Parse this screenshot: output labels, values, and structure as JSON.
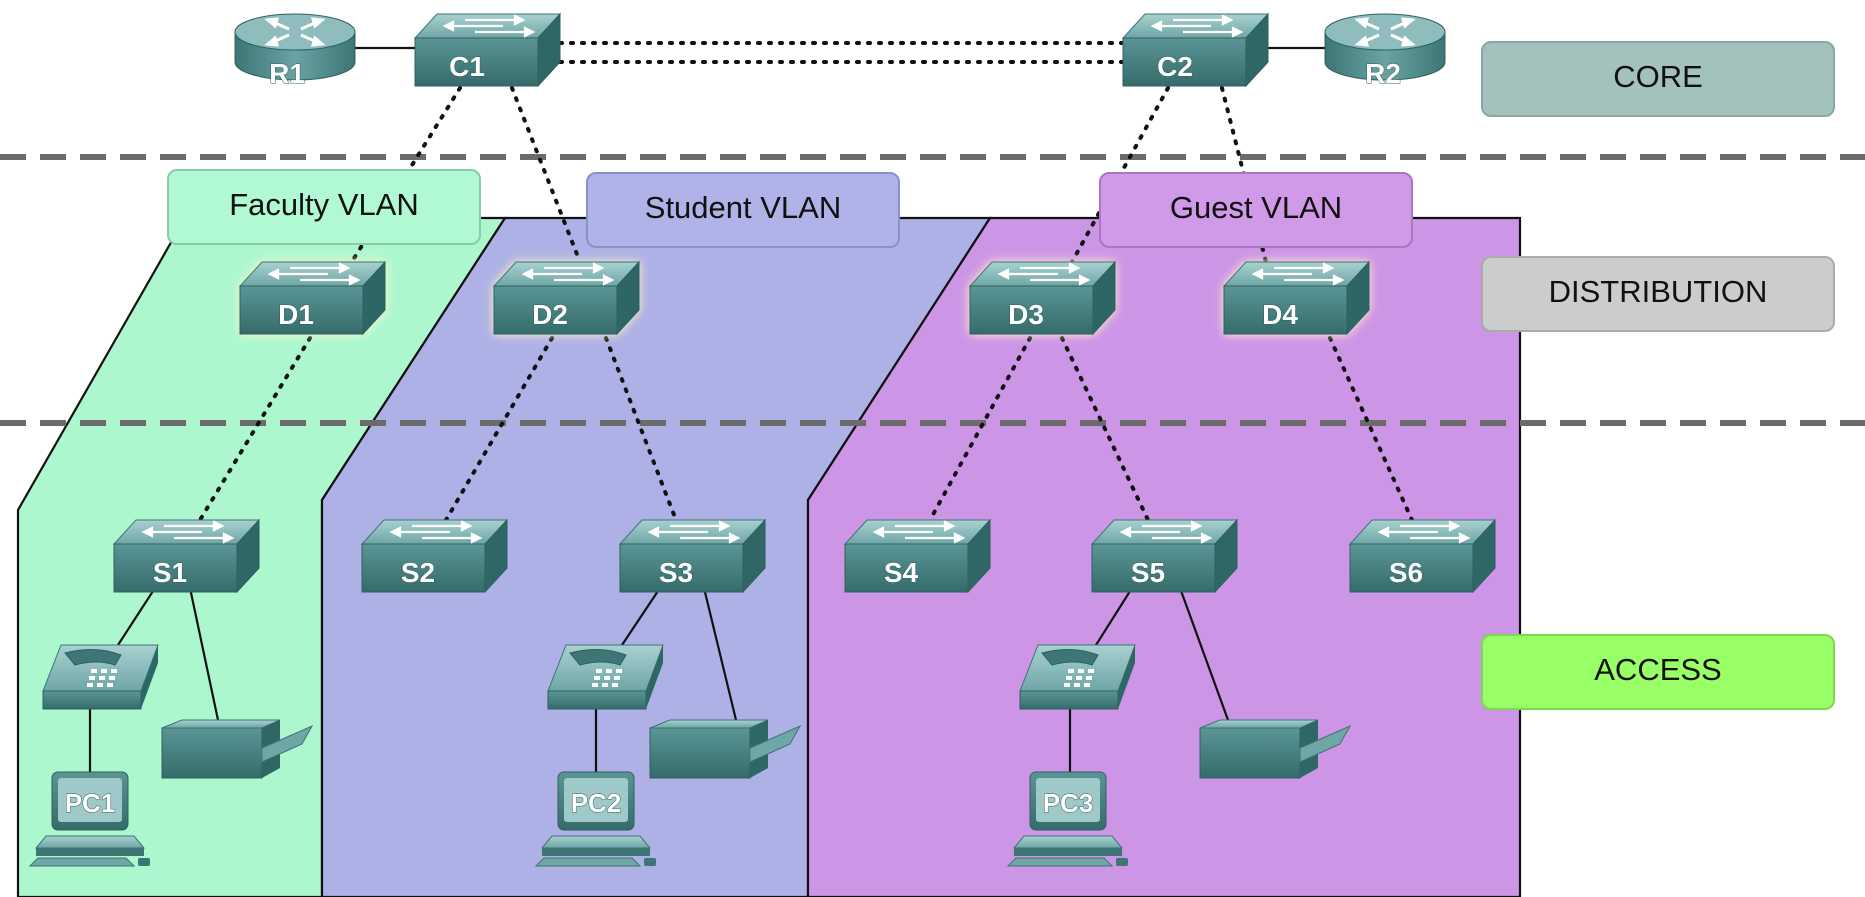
{
  "layers": {
    "core": "CORE",
    "distribution": "DISTRIBUTION",
    "access": "ACCESS"
  },
  "vlans": {
    "faculty": "Faculty VLAN",
    "student": "Student VLAN",
    "guest": "Guest VLAN"
  },
  "routers": {
    "r1": "R1",
    "r2": "R2"
  },
  "core_switches": {
    "c1": "C1",
    "c2": "C2"
  },
  "distribution_switches": {
    "d1": "D1",
    "d2": "D2",
    "d3": "D3",
    "d4": "D4"
  },
  "access_switches": {
    "s1": "S1",
    "s2": "S2",
    "s3": "S3",
    "s4": "S4",
    "s5": "S5",
    "s6": "S6"
  },
  "pcs": {
    "pc1": "PC1",
    "pc2": "PC2",
    "pc3": "PC3"
  },
  "colors": {
    "faculty_zone": "#adf7cf",
    "student_zone": "#aeb1e5",
    "guest_zone": "#cd95e6",
    "core_box": "#a3c2bd",
    "distribution_box": "#cccccc",
    "access_box": "#99ff66",
    "device_teal": "#4e8a8a"
  }
}
